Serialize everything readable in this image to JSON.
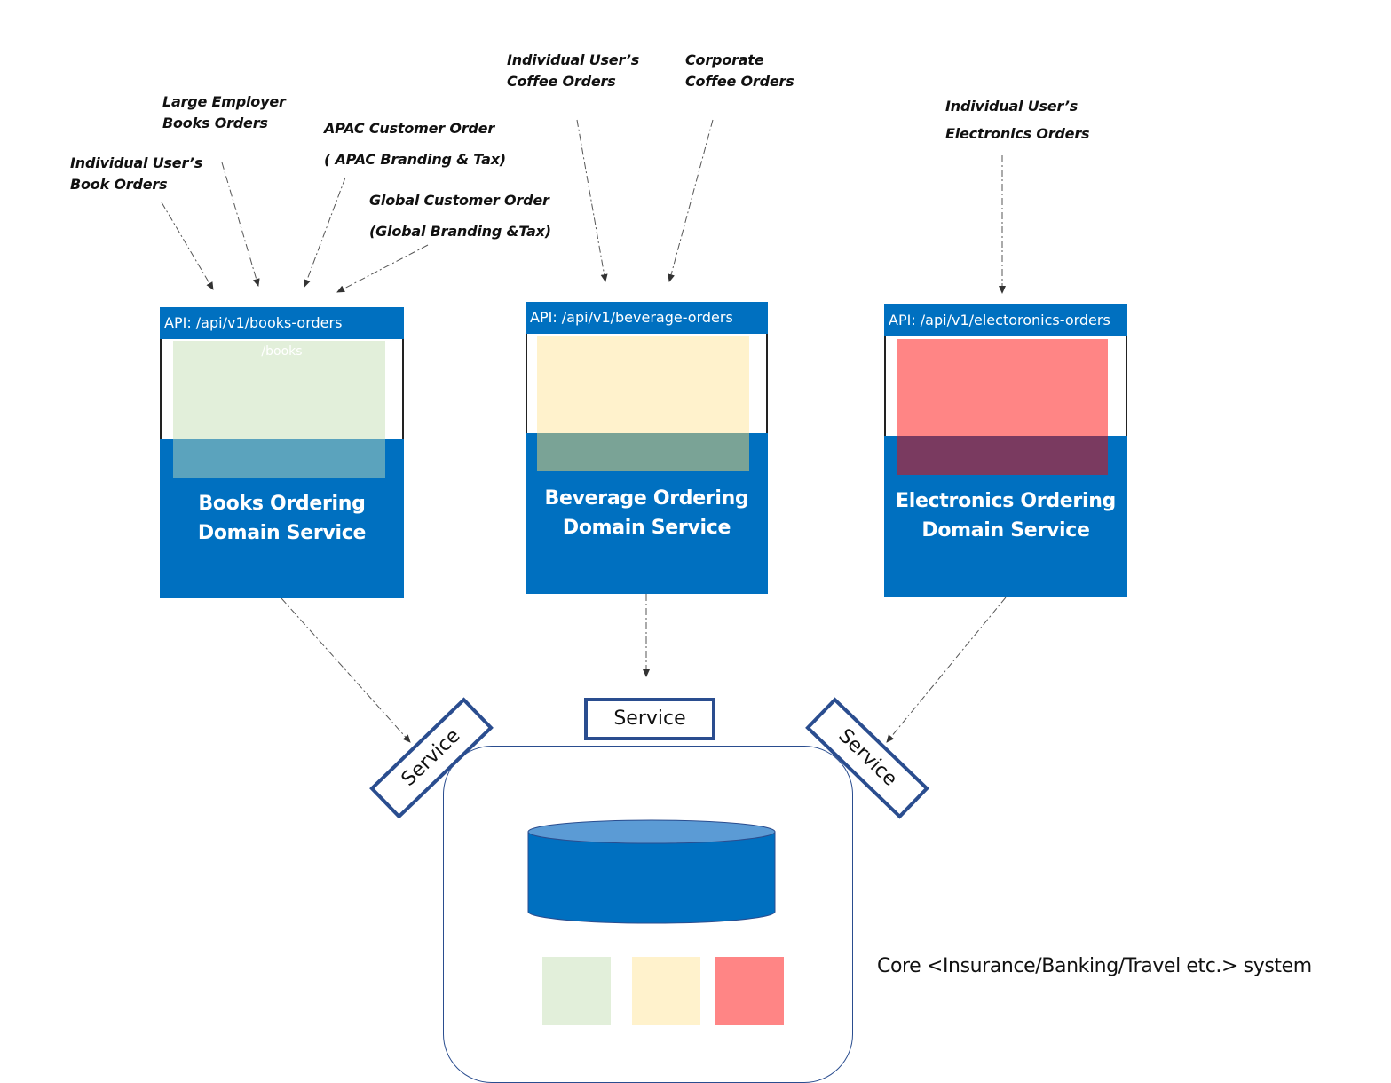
{
  "sources": {
    "books": [
      {
        "text": "Individual User’s\nBook Orders"
      },
      {
        "text": "Large Employer\nBooks Orders"
      },
      {
        "text": "APAC Customer Order\n( APAC Branding & Tax)"
      },
      {
        "text": "Global Customer Order\n(Global Branding &Tax)"
      }
    ],
    "beverage": [
      {
        "text": "Individual User’s\nCoffee Orders"
      },
      {
        "text": "Corporate\nCoffee Orders"
      }
    ],
    "electronics": [
      {
        "text": "Individual User’s\nElectronics Orders"
      }
    ]
  },
  "services": {
    "books": {
      "api": "API: /api/v1/books-orders",
      "sub": "/books",
      "title": "Books Ordering\nDomain Service",
      "tint": "#e2efda"
    },
    "beverage": {
      "api": "API: /api/v1/beverage-orders",
      "title": "Beverage Ordering\nDomain Service",
      "tint": "#fff2cc"
    },
    "electronics": {
      "api": "API: /api/v1/electoronics-orders",
      "title": "Electronics Ordering\nDomain Service",
      "tint": "#ff8585"
    }
  },
  "core": {
    "service_tags": [
      "Service",
      "Service",
      "Service"
    ],
    "label": "Core <Insurance/Banking/Travel etc.> system"
  },
  "colors": {
    "service_blue": "#0070c0",
    "tag_border": "#2a4d8f",
    "db_top": "#5b9bd5"
  }
}
